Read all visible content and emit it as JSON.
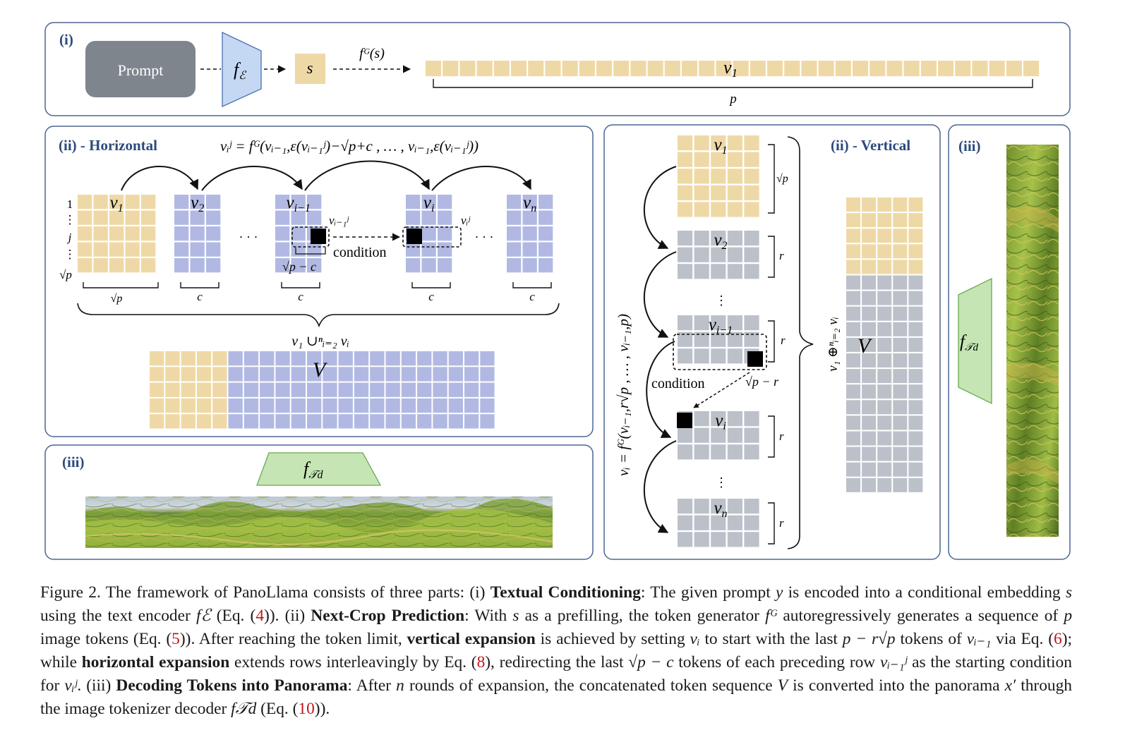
{
  "panels": {
    "top_label": "(i)",
    "horizontal_label": "(ii) - Horizontal",
    "vertical_label": "(ii) - Vertical",
    "decode_label_bottom": "(iii)",
    "decode_label_right": "(iii)"
  },
  "stage_i": {
    "prompt": "Prompt",
    "encoder": "f",
    "encoder_sub": "ℰ",
    "embedding": "s",
    "generator_arrow": "fᴳ(s)",
    "sequence_label": "v",
    "sequence_sub": "1",
    "length_label": "p",
    "token_count": 36
  },
  "horizontal": {
    "formula": "vᵢʲ = fᴳ(vᵢ₋₁,ε(vᵢ₋₁ʲ)−√p+c , … , vᵢ₋₁,ε(vᵢ₋₁ʲ))",
    "blocks": [
      "v1",
      "v2",
      "vi−1",
      "vi",
      "vn"
    ],
    "row_labels": [
      "1",
      "j",
      "√p"
    ],
    "width_labels": [
      "√p",
      "c",
      "c",
      "c",
      "c"
    ],
    "ellipsis": "· · ·",
    "cond_prev": "vᵢ₋₁ʲ",
    "cond_cur": "vᵢʲ",
    "condition": "condition",
    "shift": "√p − c",
    "union": "v₁ ∪ⁿᵢ₌₂ vᵢ",
    "result": "V"
  },
  "vertical": {
    "blocks": [
      "v1",
      "v2",
      "vi−1",
      "vi",
      "vn"
    ],
    "height_first": "√p",
    "height_rest": "r",
    "condition": "condition",
    "shift": "√p − r",
    "formula": "vᵢ = fᴳ(vᵢ₋₁,r√p , … , vᵢ₋₁,p)",
    "concat": "v₁ ⊕ⁿᵢ₌₂ vᵢ",
    "result": "V"
  },
  "decode": {
    "decoder": "f",
    "decoder_sub": "𝒯d"
  },
  "colors": {
    "first_token": "#eed9a6",
    "horizontal_token": "#b1b9e2",
    "vertical_token": "#bcc1c9",
    "decoder_fill": "#c5e6b4",
    "encoder_fill": "#c5d8f3",
    "panel_border": "#4b6793",
    "prompt_box": "#7f858d"
  },
  "caption": {
    "p1": "Figure 2. The framework of PanoLlama consists of three parts: (i) ",
    "b1": "Textual Conditioning",
    "p2": ": The given prompt ",
    "v_y": "y",
    "p3": " is encoded into a conditional embedding ",
    "v_s": "s",
    "p4": " using the text encoder ",
    "v_fe": "fℰ",
    "p5": " (Eq. (",
    "r4": "4",
    "p6": ")). (ii) ",
    "b2": "Next-Crop Prediction",
    "p7": ": With ",
    "v_s2": "s",
    "p8": " as a prefilling, the token generator ",
    "v_fg": "fᴳ",
    "p9": " autoregressively generates a sequence of ",
    "v_p": "p",
    "p10": " image tokens (Eq. (",
    "r5": "5",
    "p11": ")). After reaching the token limit, ",
    "b3": "vertical expansion",
    "p12": " is achieved by setting ",
    "v_vi": "vᵢ",
    "p13": " to start with the last ",
    "v_prp": "p − r√p",
    "p14": " tokens of ",
    "v_vi1": "vᵢ₋₁",
    "p15": " via Eq. (",
    "r6": "6",
    "p16": "); while ",
    "b4": "horizontal expansion",
    "p17": " extends rows interleavingly by Eq. (",
    "r8": "8",
    "p18": "), redirecting the last ",
    "v_spc": "√p − c",
    "p19": " tokens of each preceding row ",
    "v_vij1": "vᵢ₋₁ʲ",
    "p20": " as the starting condition for ",
    "v_vij": "vᵢʲ",
    "p21": ". (iii) ",
    "b5": "Decoding Tokens into Panorama",
    "p22": ": After ",
    "v_n": "n",
    "p23": " rounds of expansion, the concatenated token sequence ",
    "v_V": "V",
    "p24": " is converted into the panorama ",
    "v_x": "x′",
    "p25": " through the image tokenizer decoder ",
    "v_ftd": "f𝒯d",
    "p26": " (Eq. (",
    "r10": "10",
    "p27": "))."
  }
}
